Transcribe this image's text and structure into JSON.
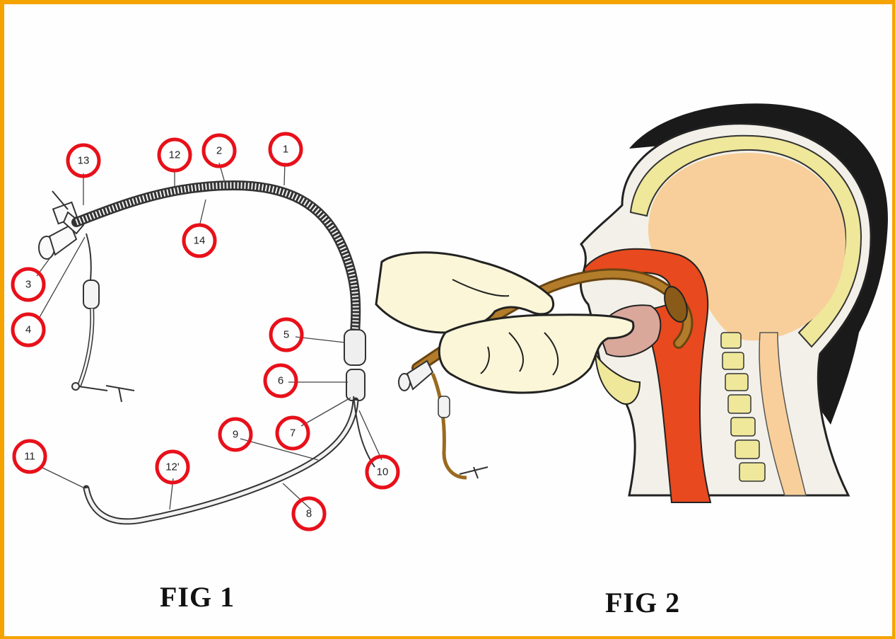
{
  "figures": {
    "fig1_label": "FIG 1",
    "fig2_label": "FIG 2"
  },
  "callouts": [
    {
      "id": "c1",
      "text": "1"
    },
    {
      "id": "c2",
      "text": "2"
    },
    {
      "id": "c3",
      "text": "3"
    },
    {
      "id": "c4",
      "text": "4"
    },
    {
      "id": "c5",
      "text": "5"
    },
    {
      "id": "c6",
      "text": "6"
    },
    {
      "id": "c7",
      "text": "7"
    },
    {
      "id": "c8",
      "text": "8"
    },
    {
      "id": "c9",
      "text": "9"
    },
    {
      "id": "c10",
      "text": "10"
    },
    {
      "id": "c11",
      "text": "11"
    },
    {
      "id": "c12",
      "text": "12"
    },
    {
      "id": "c12b",
      "text": "12'"
    },
    {
      "id": "c13",
      "text": "13"
    },
    {
      "id": "c14",
      "text": "14"
    }
  ],
  "colors": {
    "frame": "#f5a300",
    "callout_ring": "#e8101a",
    "tube": "#3a3a3a",
    "brain": "#f8cf9a",
    "airway": "#e8491e",
    "bone": "#efe79a",
    "hair": "#1a1a1a",
    "skin_outline": "#222222",
    "glove": "#fbf6d8",
    "tube_fig2": "#9a6a1f"
  }
}
